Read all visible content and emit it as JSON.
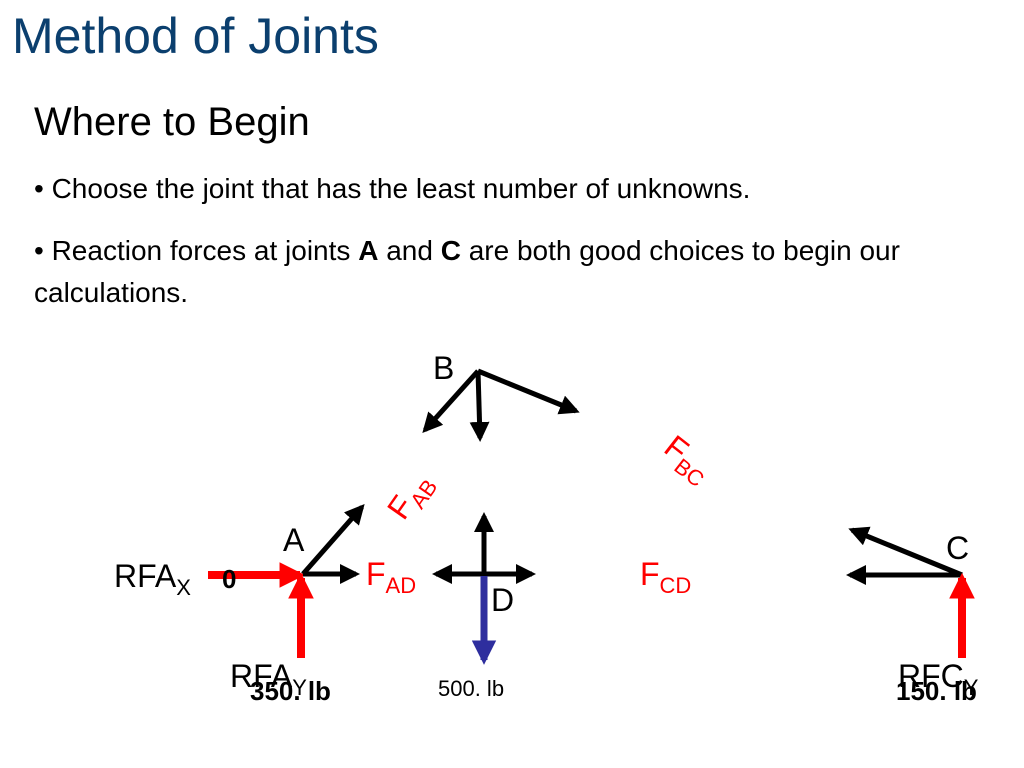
{
  "slide": {
    "title": "Method of Joints",
    "title_color": "#0b3f6e",
    "subtitle": "Where to Begin",
    "bullet1": "• Choose the joint that has the least number of unknowns.",
    "bullet2_pre": "• Reaction forces at joints ",
    "bullet2_a": "A",
    "bullet2_mid": " and ",
    "bullet2_c": "C",
    "bullet2_post": " are both good choices to begin our calculations."
  },
  "diagram": {
    "joint_b": "B",
    "joint_a": "A",
    "joint_c": "C",
    "joint_d": "D",
    "f_ab_main": "F",
    "f_ab_sub": "AB",
    "f_bc_main": "F",
    "f_bc_sub": "BC",
    "f_ad_main": "F",
    "f_ad_sub": "AD",
    "f_cd_main": "F",
    "f_cd_sub": "CD",
    "rfax_main": "RFA",
    "rfax_sub": "X",
    "rfax_value": "0",
    "rfay_main": "RFA",
    "rfay_sub": "Y",
    "rfay_value": "350. lb",
    "load_d_value": "500. lb",
    "rfcy_main": "RFC",
    "rfcy_sub": "Y",
    "rfcy_value": "150. lb",
    "colors": {
      "member_arrow": "#000000",
      "reaction_arrow": "#ff0000",
      "load_arrow": "#2e2e9e",
      "force_label": "#ff0000"
    }
  }
}
